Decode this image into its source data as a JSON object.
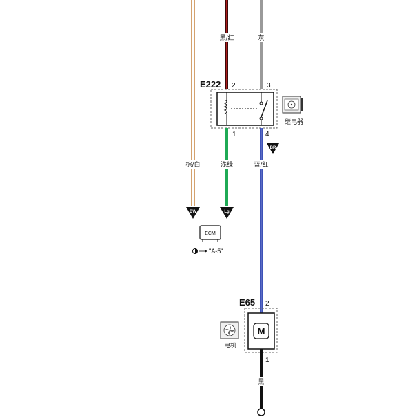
{
  "wires": {
    "brown_white": {
      "label": "棕/白",
      "color": "#c98a4a"
    },
    "black_red": {
      "label": "黑/红",
      "color": "#b01c1c"
    },
    "gray": {
      "label": "灰",
      "color": "#9a9a9a"
    },
    "light_green": {
      "label": "浅绿",
      "color": "#1faa55"
    },
    "blue_red": {
      "label": "蓝/红",
      "color": "#3d52b8"
    },
    "black": {
      "label": "黑",
      "color": "#111111"
    }
  },
  "relay": {
    "connector": "E222",
    "pins": {
      "coil_top": "2",
      "switch_top": "3",
      "coil_bottom": "1",
      "switch_bottom": "4"
    },
    "caption": "继电器"
  },
  "motor": {
    "connector": "E65",
    "symbol": "M",
    "pins": {
      "top": "2",
      "bottom": "1"
    },
    "caption": "电机"
  },
  "terminals": {
    "bw": "BW",
    "lg": "Lg",
    "br": "BR"
  },
  "ecm": {
    "label": "ECM",
    "reference": "\"A-5\""
  }
}
